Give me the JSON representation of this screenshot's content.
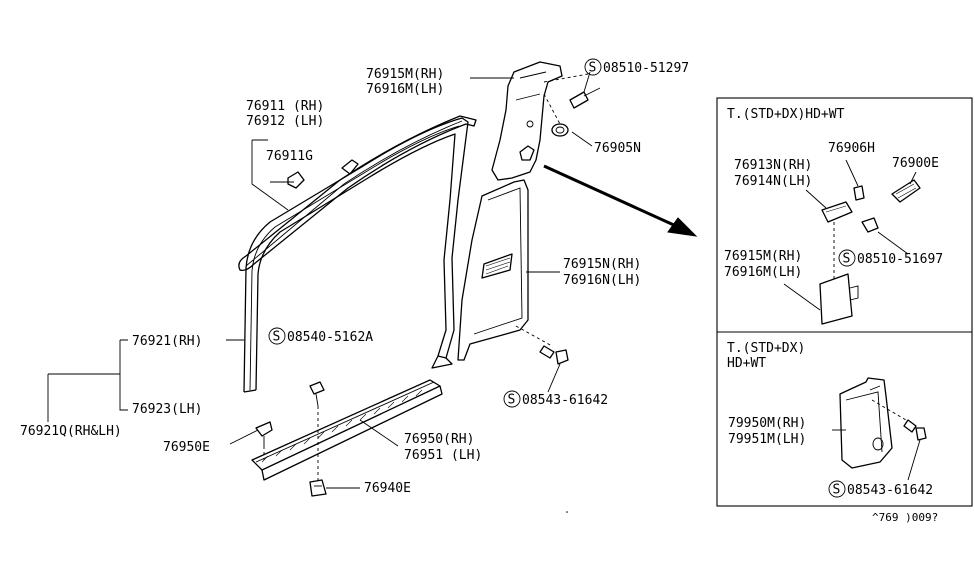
{
  "labels": {
    "p76915m_76916m_main": [
      "76915M(RH)",
      "76916M(LH)"
    ],
    "s08510_51297": "08510-51297",
    "p76905n": "76905N",
    "p76911_76912": [
      "76911 (RH)",
      "76912 (LH)"
    ],
    "p76911g": "76911G",
    "p76915n_76916n": [
      "76915N(RH)",
      "76916N(LH)"
    ],
    "p76921_rh": "76921(RH)",
    "p76923_lh": "76923(LH)",
    "p76921q": "76921Q(RH&LH)",
    "s08540_5162a": "08540-5162A",
    "s08543_61642_main": "08543-61642",
    "p76950e": "76950E",
    "p76950_76951": [
      "76950(RH)",
      "76951 (LH)"
    ],
    "p76940e": "76940E"
  },
  "inset_top": {
    "title": "T.(STD+DX)HD+WT",
    "p76906h": "76906H",
    "p76913n_76914n": [
      "76913N(RH)",
      "76914N(LH)"
    ],
    "p76900e": "76900E",
    "p76915m_76916m": [
      "76915M(RH)",
      "76916M(LH)"
    ],
    "s08510_51697": "08510-51697"
  },
  "inset_bottom": {
    "title": [
      "T.(STD+DX)",
      "HD+WT"
    ],
    "p79950m_79951m": [
      "79950M(RH)",
      "79951M(LH)"
    ],
    "s08543_61642": "08543-61642"
  },
  "screw_symbol": "S",
  "diagram_code": "^769 )009?"
}
